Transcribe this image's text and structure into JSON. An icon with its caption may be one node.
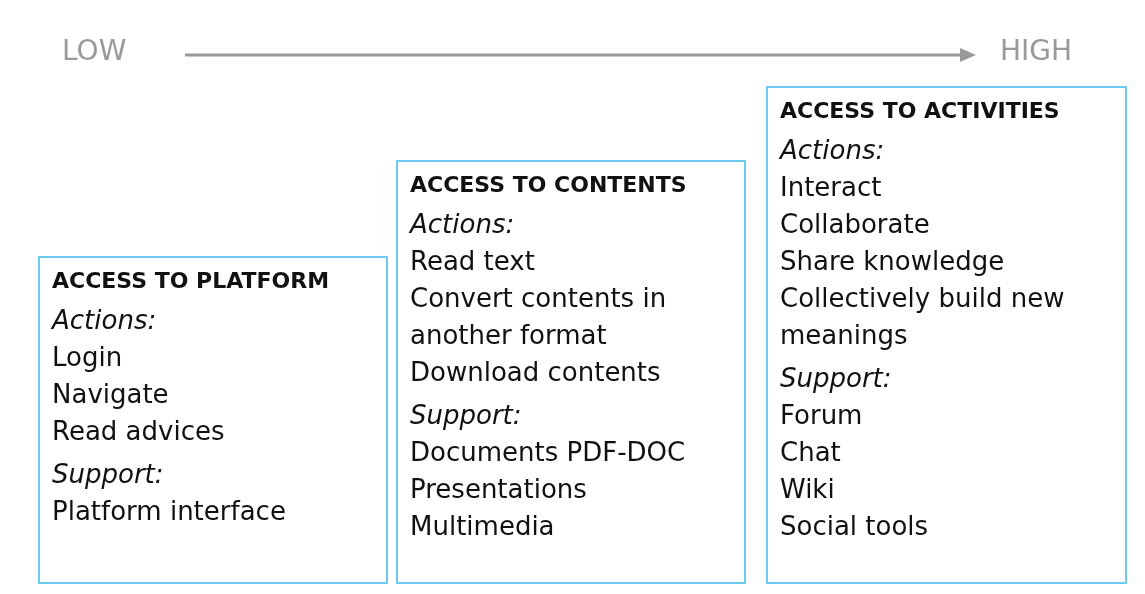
{
  "diagram": {
    "nodes": [
      {
        "text": [
          "ACCESS TO PLATFORM",
          "Actions:",
          "Login",
          "Navigate",
          "Read advices",
          "Support:",
          "Platform interface"
        ]
      },
      {
        "text": [
          "ACCESS TO CONTENTS",
          "Actions:",
          "Read text",
          "Convert contents in another format",
          "Download contents",
          "Support:",
          "Documents PDF-DOC",
          "Presentations",
          "Multimedia"
        ]
      },
      {
        "text": [
          "ACCESS TO ACTIVITIES",
          "Actions:",
          "Interact",
          "Collaborate",
          "Share knowledge",
          "Collectively build new meanings",
          "Support:",
          "Forum",
          "Chat",
          "Wiki",
          "Social tools"
        ]
      }
    ],
    "edges": [],
    "labels": [
      "LOW",
      "HIGH"
    ]
  }
}
